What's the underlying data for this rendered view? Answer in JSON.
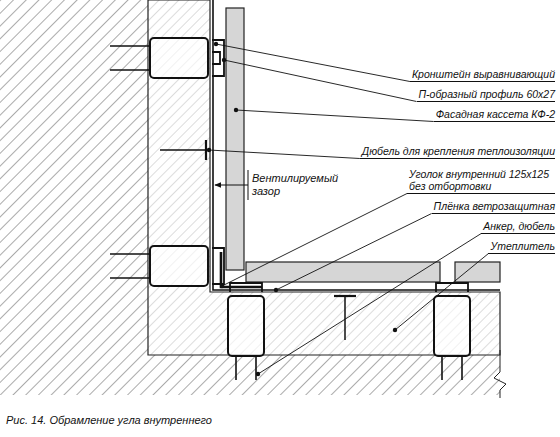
{
  "diagram": {
    "caption": "Рис. 14. Обрамление угла внутреннего",
    "labels": [
      "Кронштейн выравнивающий",
      "П-образный профиль 60x27",
      "Фасадная кассета КФ-2",
      "Дюбель для крепления теплоизоляции",
      "Вентилируемый зазор",
      "Уголок внутренний 125x125 без отбортовки",
      "Плёнка ветрозащитная",
      "Анкер, дюбель",
      "Утеплитель"
    ]
  }
}
